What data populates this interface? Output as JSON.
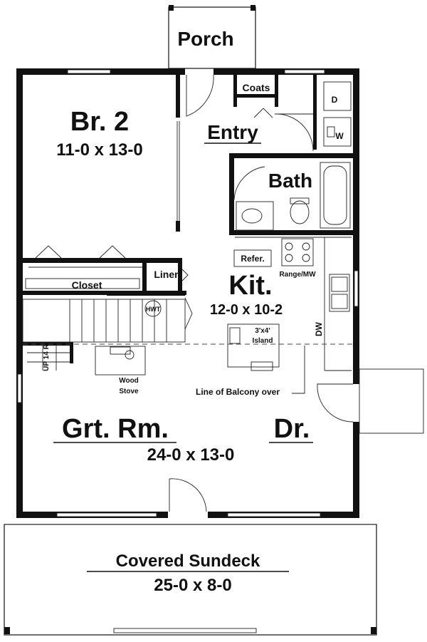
{
  "rooms": {
    "porch": "Porch",
    "bedroom_name": "Br. 2",
    "bedroom_dims": "11-0 x 13-0",
    "coats": "Coats",
    "entry": "Entry",
    "bath": "Bath",
    "closet": "Closet",
    "linen": "Linen",
    "kitchen_name": "Kit.",
    "kitchen_dims": "12-0 x 10-2",
    "great_room_name": "Grt. Rm.",
    "great_room_dims": "24-0 x 13-0",
    "dining_name": "Dr.",
    "sundeck_name": "Covered Sundeck",
    "sundeck_dims": "25-0 x 8-0"
  },
  "fixtures": {
    "dryer": "D",
    "washer": "W",
    "refrigerator": "Refer.",
    "range": "Range/MW",
    "water_heater": "HWT",
    "island_size": "3'x4'",
    "island": "Island",
    "dishwasher": "DW",
    "stairs": "UP 14 R",
    "stove_line1": "Wood",
    "stove_line2": "Stove"
  },
  "notes": {
    "balcony": "Line of Balcony over"
  }
}
